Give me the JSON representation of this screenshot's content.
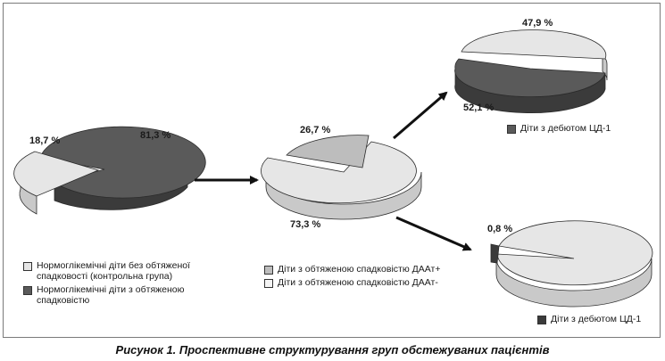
{
  "colors": {
    "dark": "#5a5a5a",
    "darkSide": "#3b3b3b",
    "light": "#e6e6e6",
    "lightSide": "#c9c9c9",
    "mid": "#bdbdbd",
    "midSide": "#9a9a9a",
    "stroke": "#2b2b2b",
    "arrow": "#111111"
  },
  "pies": [
    {
      "id": "pie1",
      "labels": [
        "18,7 %",
        "81,3 %"
      ]
    },
    {
      "id": "pie2",
      "labels": [
        "26,7 %",
        "73,3 %"
      ]
    },
    {
      "id": "pie3",
      "labels": [
        "47,9 %",
        "52,1 %"
      ]
    },
    {
      "id": "pie4",
      "labels": [
        "0,8 %"
      ]
    }
  ],
  "legend1": [
    "Нормоглікемічні діти без обтяженої спадковості (контрольна група)",
    "Нормоглікемічні діти з обтяженою спадковістю"
  ],
  "legend2": [
    "Діти з обтяженою спадковістю ДААт+",
    "Діти з обтяженою спадковістю ДААт-"
  ],
  "legend3": "Діти з дебютом ЦД-1",
  "legend4": "Діти з дебютом ЦД-1",
  "caption": "Рисунок 1. Проспективне структурування груп обстежуваних пацієнтів"
}
